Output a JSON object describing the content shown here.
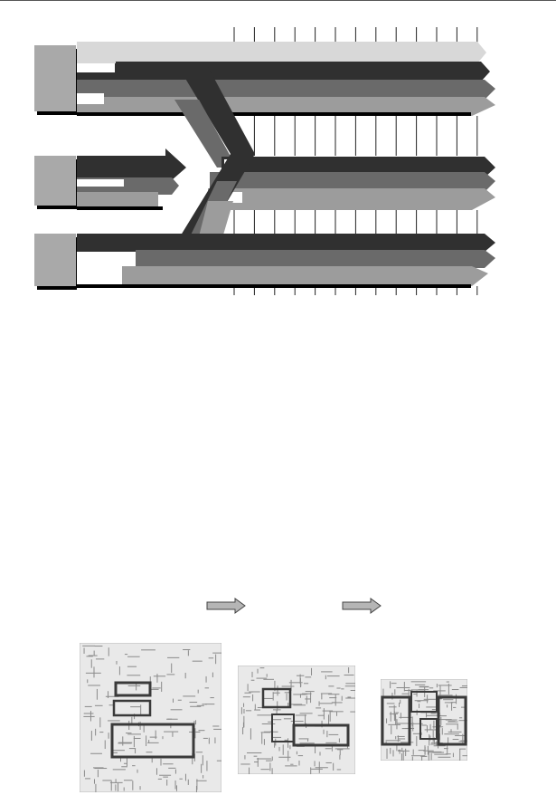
{
  "colors": {
    "top_band": "#d8d8d8",
    "dark": "#303030",
    "mid": "#6a6a6a",
    "light": "#9c9c9c",
    "source_box": "#a9a9a9",
    "shadow": "#000000",
    "chip_bg": "#e9e9e9",
    "chip_trace": "#8a8a8a",
    "block_border": "#3a3a3a",
    "process_arrow": "#b5b5b5"
  },
  "diagram": {
    "source_groups": 3,
    "bands_per_group": 3,
    "converge_channels": 2,
    "output_groups": 3
  },
  "chips": [
    {
      "name": "large-chip",
      "blocks": 3
    },
    {
      "name": "medium-chip",
      "blocks": 3
    },
    {
      "name": "small-chip",
      "blocks": 4
    }
  ],
  "process_arrows": 2
}
